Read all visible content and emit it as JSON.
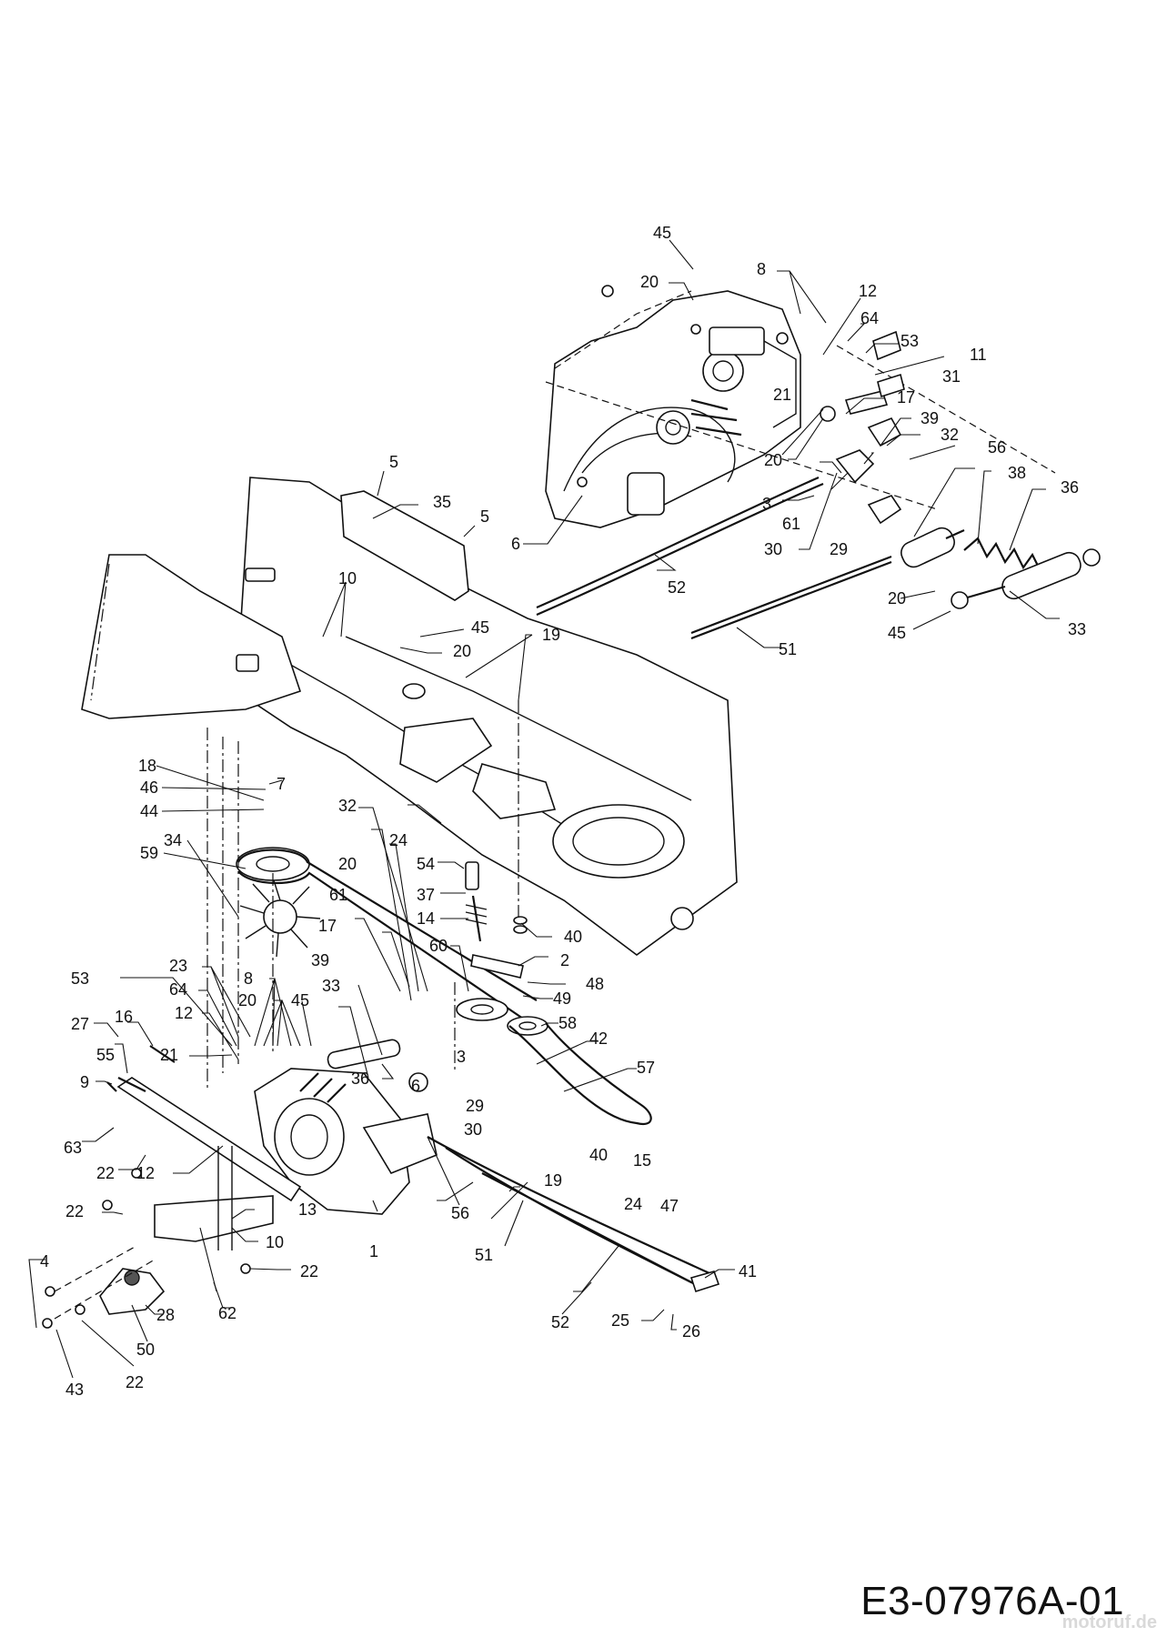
{
  "drawing_code": "E3-07976A-01",
  "watermark": "motoruf.de",
  "callouts": {
    "c1": "1",
    "c2": "2",
    "c3a": "3",
    "c3b": "3",
    "c4": "4",
    "c5a": "5",
    "c5b": "5",
    "c6a": "6",
    "c6b": "6",
    "c7": "7",
    "c8a": "8",
    "c8b": "8",
    "c9": "9",
    "c10a": "10",
    "c10b": "10",
    "c11": "11",
    "c12a": "12",
    "c12b": "12",
    "c12c": "12",
    "c13": "13",
    "c14": "14",
    "c15": "15",
    "c16": "16",
    "c17a": "17",
    "c17b": "17",
    "c18": "18",
    "c19a": "19",
    "c19b": "19",
    "c20a": "20",
    "c20b": "20",
    "c20c": "20",
    "c20d": "20",
    "c20e": "20",
    "c20f": "20",
    "c21a": "21",
    "c21b": "21",
    "c22a": "22",
    "c22b": "22",
    "c22c": "22",
    "c22d": "22",
    "c23": "23",
    "c24a": "24",
    "c24b": "24",
    "c25": "25",
    "c26": "26",
    "c27": "27",
    "c28": "28",
    "c29a": "29",
    "c29b": "29",
    "c30a": "30",
    "c30b": "30",
    "c31": "31",
    "c32a": "32",
    "c32b": "32",
    "c33a": "33",
    "c33b": "33",
    "c34": "34",
    "c35": "35",
    "c36a": "36",
    "c36b": "36",
    "c37": "37",
    "c38": "38",
    "c39a": "39",
    "c39b": "39",
    "c40a": "40",
    "c40b": "40",
    "c41": "41",
    "c42": "42",
    "c43": "43",
    "c44": "44",
    "c45a": "45",
    "c45b": "45",
    "c45c": "45",
    "c45d": "45",
    "c46": "46",
    "c47": "47",
    "c48": "48",
    "c49": "49",
    "c50": "50",
    "c51a": "51",
    "c51b": "51",
    "c52a": "52",
    "c52b": "52",
    "c53a": "53",
    "c53b": "53",
    "c54": "54",
    "c55": "55",
    "c56a": "56",
    "c56b": "56",
    "c57": "57",
    "c58": "58",
    "c59": "59",
    "c60": "60",
    "c61a": "61",
    "c61b": "61",
    "c62": "62",
    "c63": "63",
    "c64a": "64",
    "c64b": "64"
  }
}
